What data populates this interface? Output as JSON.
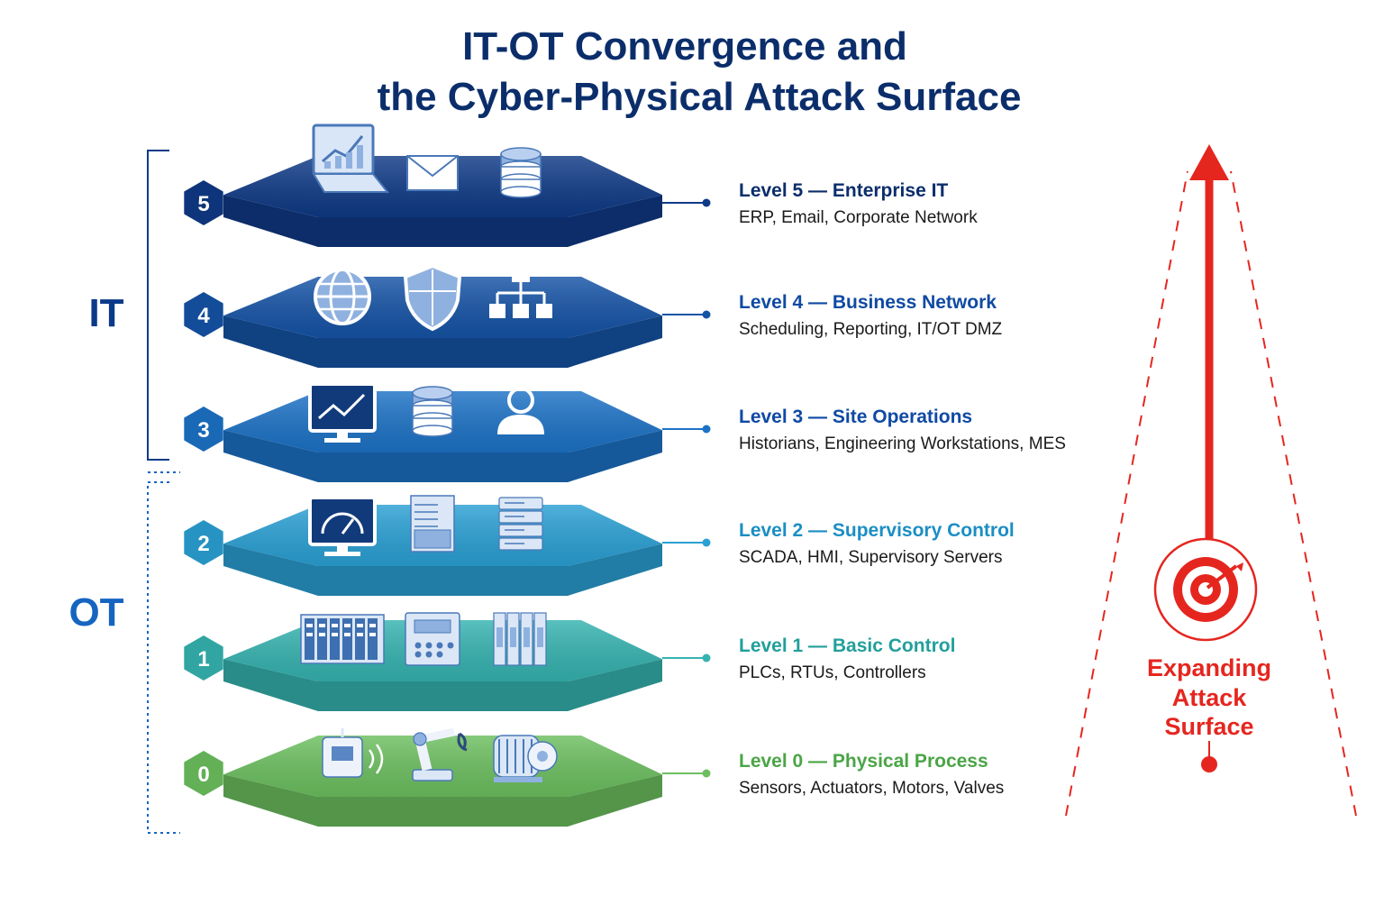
{
  "title": {
    "line1": "IT-OT Convergence and",
    "line2": "the Cyber-Physical Attack Surface"
  },
  "groups": {
    "it_label": "IT",
    "ot_label": "OT"
  },
  "levels": [
    {
      "number": "5",
      "title": "Level 5 — Enterprise IT",
      "description": "ERP, Email, Corporate Network",
      "color": "#0f3a86",
      "icons": [
        "laptop-chart-icon",
        "email-icon",
        "database-icon"
      ]
    },
    {
      "number": "4",
      "title": "Level 4 — Business Network",
      "description": "Scheduling, Reporting, IT/OT DMZ",
      "color": "#1553a6",
      "icons": [
        "globe-icon",
        "shield-icon",
        "network-hierarchy-icon"
      ]
    },
    {
      "number": "3",
      "title": "Level 3 — Site Operations",
      "description": "Historians, Engineering Workstations, MES",
      "color": "#1c72c6",
      "icons": [
        "monitor-chart-icon",
        "database-icon",
        "user-icon"
      ]
    },
    {
      "number": "2",
      "title": "Level 2 — Supervisory Control",
      "description": "SCADA, HMI, Supervisory Servers",
      "color": "#2aa0d4",
      "icons": [
        "monitor-gauge-icon",
        "server-cabinet-icon",
        "server-rack-icon"
      ]
    },
    {
      "number": "1",
      "title": "Level 1 — Basic Control",
      "description": "PLCs, RTUs, Controllers",
      "color": "#35b3b0",
      "icons": [
        "plc-rack-icon",
        "controller-panel-icon",
        "io-module-icon"
      ]
    },
    {
      "number": "0",
      "title": "Level 0 — Physical Process",
      "description": "Sensors, Actuators, Motors, Valves",
      "color": "#6cbf5f",
      "icons": [
        "wireless-sensor-icon",
        "robot-arm-icon",
        "electric-motor-icon"
      ]
    }
  ],
  "attack_surface": {
    "line1": "Expanding",
    "line2": "Attack",
    "line3": "Surface",
    "color": "#e5261f",
    "icon": "target-icon"
  },
  "colors": {
    "title": "#0b2e6b",
    "it_label": "#0b3a8a",
    "ot_label": "#1565c0"
  }
}
